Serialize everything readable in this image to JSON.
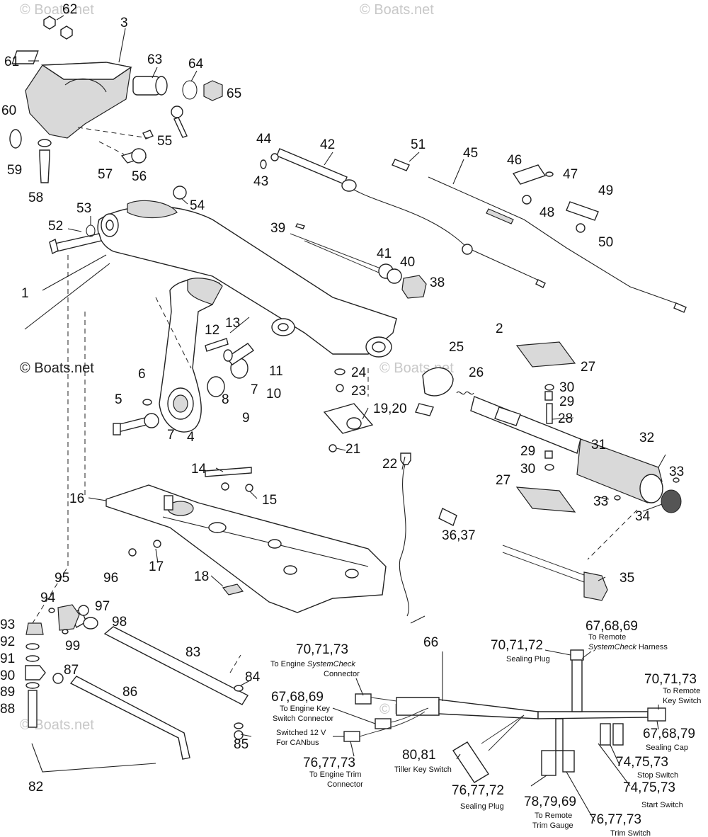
{
  "watermark": {
    "text": "© Boats.net"
  },
  "parts": {
    "p1": "1",
    "p2": "2",
    "p3": "3",
    "p4": "4",
    "p5": "5",
    "p6": "6",
    "p7a": "7",
    "p7b": "7",
    "p8": "8",
    "p9": "9",
    "p10": "10",
    "p11": "11",
    "p12": "12",
    "p13": "13",
    "p14": "14",
    "p15": "15",
    "p16": "16",
    "p17": "17",
    "p18": "18",
    "p19_20": "19,20",
    "p21": "21",
    "p22": "22",
    "p23": "23",
    "p24": "24",
    "p25": "25",
    "p26": "26",
    "p27a": "27",
    "p27b": "27",
    "p28": "28",
    "p29a": "29",
    "p29b": "29",
    "p30a": "30",
    "p30b": "30",
    "p31": "31",
    "p32": "32",
    "p33a": "33",
    "p33b": "33",
    "p34": "34",
    "p35": "35",
    "p36_37": "36,37",
    "p38": "38",
    "p39": "39",
    "p40": "40",
    "p41": "41",
    "p42": "42",
    "p43": "43",
    "p44": "44",
    "p45": "45",
    "p46": "46",
    "p47": "47",
    "p48": "48",
    "p49": "49",
    "p50": "50",
    "p51": "51",
    "p52": "52",
    "p53": "53",
    "p54": "54",
    "p55": "55",
    "p56": "56",
    "p57": "57",
    "p58": "58",
    "p59": "59",
    "p60": "60",
    "p61": "61",
    "p62": "62",
    "p63": "63",
    "p64": "64",
    "p65": "65",
    "p66": "66",
    "p82": "82",
    "p83": "83",
    "p84": "84",
    "p85": "85",
    "p86": "86",
    "p87": "87",
    "p88": "88",
    "p89": "89",
    "p90": "90",
    "p91": "91",
    "p92": "92",
    "p93": "93",
    "p94": "94",
    "p95": "95",
    "p96": "96",
    "p97": "97",
    "p98": "98",
    "p99": "99"
  },
  "harness": {
    "h1": {
      "num": "70,71,73",
      "l1": "To Engine ",
      "l1i": "SystemCheck",
      "l2": "Connector"
    },
    "h2": {
      "num": "67,68,69",
      "l1": "To Engine Key",
      "l2": "Switch Connector"
    },
    "h3": {
      "l1": "Switched 12 V",
      "l2": "For CANbus"
    },
    "h4": {
      "num": "76,77,73",
      "l1": "To Engine Trim",
      "l2": "Connector"
    },
    "h5": {
      "num": "80,81",
      "l1": "Tiller Key Switch"
    },
    "h6": {
      "num": "76,77,72",
      "l1": "Sealing Plug"
    },
    "h7": {
      "num": "78,79,69",
      "l1": "To Remote",
      "l2": "Trim Gauge"
    },
    "h8": {
      "num": "76,77,73",
      "l1": "Trim Switch"
    },
    "h9": {
      "num": "74,75,73",
      "l1": "Start Switch"
    },
    "h10": {
      "num": "74,75,73",
      "l1": "Stop Switch"
    },
    "h11": {
      "num": "67,68,79",
      "l1": "Sealing Cap"
    },
    "h12": {
      "num": "70,71,73",
      "l1": "To Remote",
      "l2": "Key Switch"
    },
    "h13": {
      "num": "70,71,72",
      "l1": "Sealing Plug"
    },
    "h14": {
      "num": "67,68,69",
      "l1": "To Remote",
      "l2i": "SystemCheck",
      "l2": " Harness"
    }
  }
}
